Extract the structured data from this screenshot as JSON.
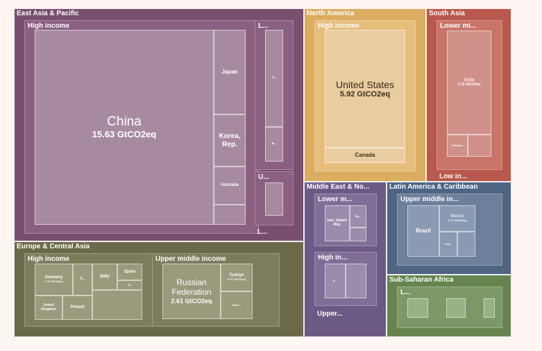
{
  "colors": {
    "east_asia": "#7a4e6e",
    "europe": "#6a6a4a",
    "north_america": "#dcad60",
    "south_asia": "#b9584c",
    "middle_east": "#6c5a86",
    "latin_america": "#4e6584",
    "sub_saharan": "#65844e"
  },
  "chart_data": {
    "type": "treemap",
    "unit": "GtCO2eq",
    "regions": [
      {
        "name": "East Asia & Pacific",
        "groups": [
          {
            "label": "High income",
            "countries": [
              {
                "name": "China",
                "value": "15.63 GtCO2eq"
              },
              {
                "name": "Japan"
              },
              {
                "name": "Korea, Rep."
              },
              {
                "name": "Australia"
              }
            ]
          },
          {
            "label": "L...",
            "countries": [
              {
                "name": "I..."
              },
              {
                "name": "a..."
              }
            ]
          },
          {
            "label": "U..."
          },
          {
            "label": "L..."
          }
        ]
      },
      {
        "name": "Europe & Central Asia",
        "groups": [
          {
            "label": "High income",
            "countries": [
              {
                "name": "Germany",
                "value": "0.79 GtCO2eq"
              },
              {
                "name": "F..."
              },
              {
                "name": "Italy"
              },
              {
                "name": "Spain"
              },
              {
                "name": "N..."
              },
              {
                "name": "United Kingdom"
              },
              {
                "name": "Poland"
              }
            ]
          },
          {
            "label": "Upper middle income",
            "countries": [
              {
                "name": "Russian Federation",
                "value": "2.61 GtCO2eq"
              },
              {
                "name": "Turkiye",
                "value": "0.67 GtCO2eq"
              },
              {
                "name": "Kaza..."
              }
            ]
          }
        ]
      },
      {
        "name": "North America",
        "groups": [
          {
            "label": "High income",
            "countries": [
              {
                "name": "United States",
                "value": "5.92 GtCO2eq"
              },
              {
                "name": "Canada"
              }
            ]
          }
        ]
      },
      {
        "name": "South Asia",
        "groups": [
          {
            "label": "Lower mi...",
            "countries": [
              {
                "name": "India",
                "value": "3.75 GtCO2eq"
              },
              {
                "name": "Pakistan"
              }
            ]
          },
          {
            "label": "Low in..."
          }
        ]
      },
      {
        "name": "Middle East & No...",
        "groups": [
          {
            "label": "Lower m...",
            "countries": [
              {
                "name": "Iran, Islamic Rep."
              },
              {
                "name": "Eg..."
              }
            ]
          },
          {
            "label": "High in...",
            "countries": [
              {
                "name": "S..."
              }
            ]
          },
          {
            "label": "Upper..."
          }
        ]
      },
      {
        "name": "Latin America & Caribbean",
        "groups": [
          {
            "label": "Upper middle in...",
            "countries": [
              {
                "name": "Brazil"
              },
              {
                "name": "Mexico",
                "value": "0.77 GtCO2eq"
              },
              {
                "name": "Arg..."
              }
            ]
          }
        ]
      },
      {
        "name": "Sub-Saharan Africa",
        "groups": [
          {
            "label": "L..."
          }
        ]
      }
    ]
  }
}
